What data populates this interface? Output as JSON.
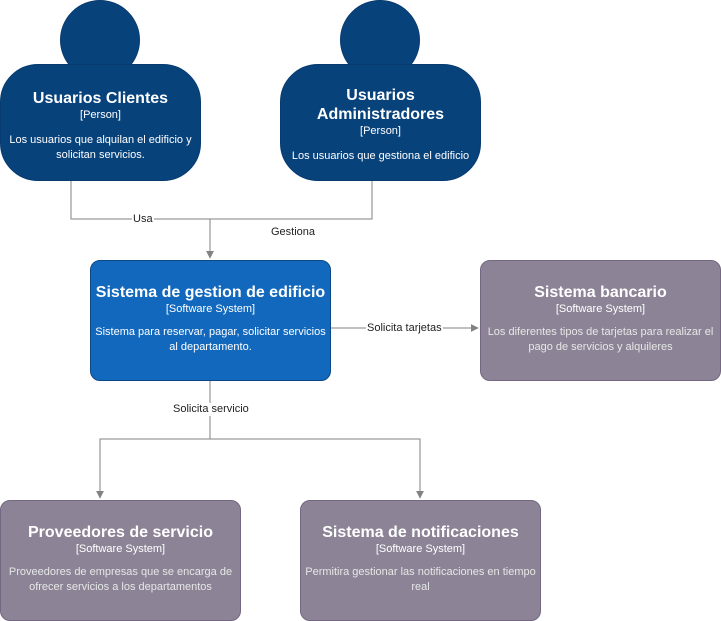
{
  "nodes": {
    "usuarios_clientes": {
      "title": "Usuarios Clientes",
      "stereotype": "[Person]",
      "description_lines": [
        "Los usuarios que alquilan el edificio y",
        "solicitan servicios."
      ]
    },
    "usuarios_admin": {
      "title_lines": [
        "Usuarios",
        "Administradores"
      ],
      "stereotype": "[Person]",
      "description": "Los usuarios que gestiona el edificio"
    },
    "sistema_gestion": {
      "title": "Sistema de gestion de edificio",
      "stereotype": "[Software System]",
      "description_lines": [
        "Sistema para reservar, pagar, solicitar servicios",
        "al departamento."
      ]
    },
    "sistema_bancario": {
      "title": "Sistema bancario",
      "stereotype": "[Software System]",
      "description_lines": [
        "Los diferentes tipos de tarjetas para realizar el",
        "pago de servicios y alquileres"
      ]
    },
    "proveedores": {
      "title": "Proveedores de servicio",
      "stereotype": "[Software System]",
      "description_lines": [
        "Proveedores de empresas que se encarga de",
        "ofrecer servicios a los departamentos"
      ]
    },
    "notificaciones": {
      "title": "Sistema de notificaciones",
      "stereotype": "[Software System]",
      "description_lines": [
        "Permitira gestionar las notificaciones en tiempo",
        "real"
      ]
    }
  },
  "edges": {
    "usa": "Usa",
    "gestiona": "Gestiona",
    "solicita_tarjetas": "Solicita tarjetas",
    "solicita_servicio": "Solicita servicio"
  },
  "colors": {
    "person": "#08427b",
    "internal_system": "#1168bd",
    "external_system": "#8c8496",
    "edge": "#828282"
  }
}
